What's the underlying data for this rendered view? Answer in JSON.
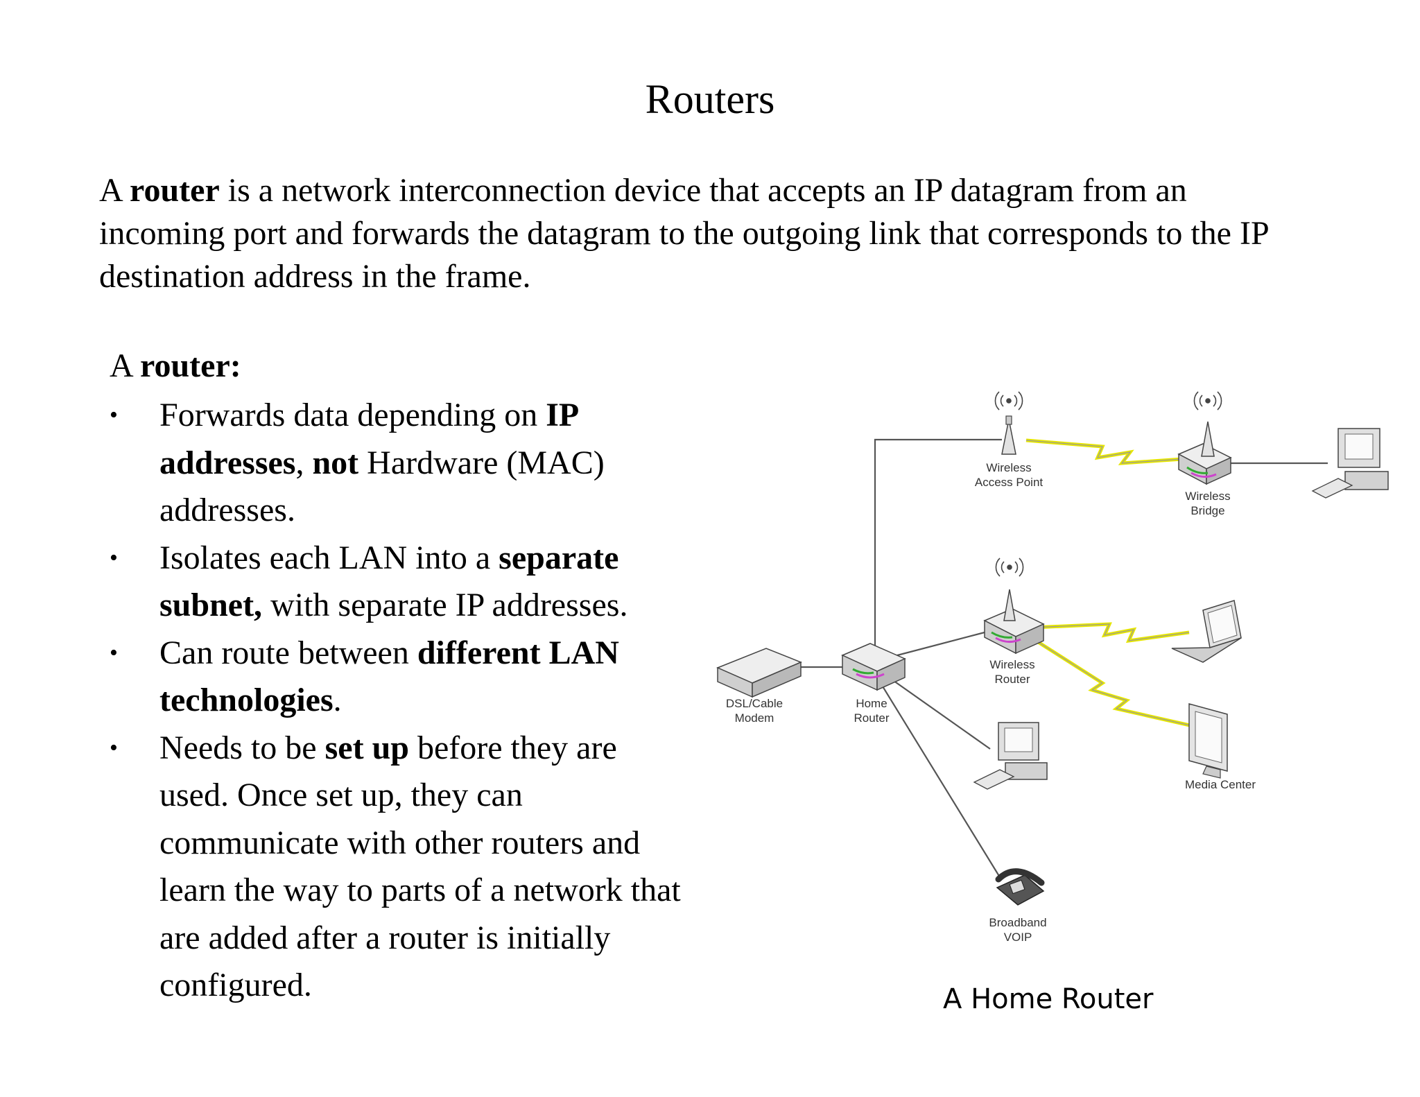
{
  "slide": {
    "title": "Routers",
    "intro": {
      "p1": "A ",
      "b1": "router",
      "p2": " is a network interconnection device that accepts an IP datagram from an incoming port and forwards the datagram to the outgoing link that corresponds to the IP destination address in the frame."
    },
    "list_head": {
      "p1": "A ",
      "b1": "router:"
    },
    "bullets": [
      {
        "t1": "Forwards data depending on ",
        "b1": "IP addresses",
        "t2": ", ",
        "b2": "not",
        "t3": " Hardware (MAC) addresses."
      },
      {
        "t1": "Isolates each LAN into a ",
        "b1": "separate subnet,",
        "t2": " with separate IP addresses."
      },
      {
        "t1": "Can route between ",
        "b1": "different LAN technologies",
        "t2": "."
      },
      {
        "t1": "Needs to be ",
        "b1": "set up",
        "t2": " before they are used. Once set up, they can communicate with other routers and learn the way to parts of a network that are added after a router is initially configured."
      }
    ],
    "bullet_glyph": "•",
    "caption": "A Home Router"
  },
  "diagram": {
    "labels": {
      "wap_1": "Wireless",
      "wap_2": "Access Point",
      "bridge_1": "Wireless",
      "bridge_2": "Bridge",
      "wrouter_1": "Wireless",
      "wrouter_2": "Router",
      "modem_1": "DSL/Cable",
      "modem_2": "Modem",
      "home_1": "Home",
      "home_2": "Router",
      "media": "Media Center",
      "voip_1": "Broadband",
      "voip_2": "VOIP"
    },
    "colors": {
      "wireless_link": "#f2f200",
      "wired_link": "#555555",
      "device": "#d8d8d8"
    },
    "icons": [
      "antenna-icon",
      "computer-icon",
      "laptop-icon",
      "monitor-icon",
      "telephone-icon",
      "modem-icon",
      "router-icon"
    ]
  }
}
